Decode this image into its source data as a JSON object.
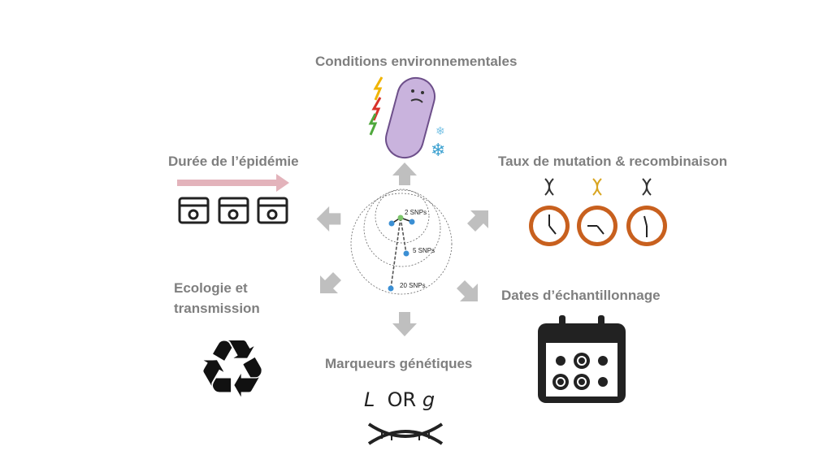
{
  "labels": {
    "environment": "Conditions environnementales",
    "duration": "Durée de l’épidémie",
    "mutation": "Taux de mutation & recombinaison",
    "ecology_line1": "Ecologie et",
    "ecology_line2": "transmission",
    "sampling": "Dates d’échantillonnage",
    "markers": "Marqueurs génétiques"
  },
  "center": {
    "snp_labels": [
      "2 SNPs",
      "5 SNPs",
      "20 SNPs"
    ]
  },
  "formula": {
    "left": "L",
    "middle": "OR",
    "right": "g"
  },
  "colors": {
    "label": "#7f7f7f",
    "arrow": "#bfbfbf",
    "node_blue": "#3b8fd4",
    "node_green": "#7cc46a",
    "clock": "#c8601e",
    "duration_arrow": "#e3b3bb"
  }
}
